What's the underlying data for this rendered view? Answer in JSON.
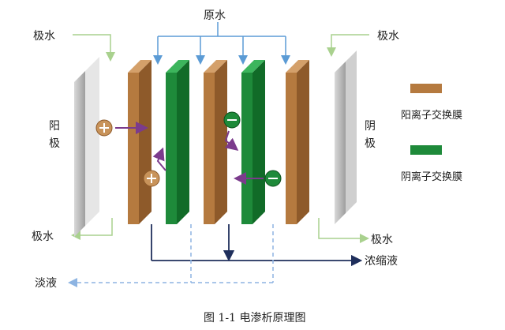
{
  "labels": {
    "raw_water": "原水",
    "electrode_water_top_left": "极水",
    "electrode_water_top_right": "极水",
    "electrode_water_bottom_left": "极水",
    "electrode_water_bottom_right": "极水",
    "anode_1": "阳",
    "anode_2": "极",
    "cathode_1": "阴",
    "cathode_2": "极",
    "concentrate": "浓缩液",
    "dilute": "淡液",
    "caption": "图 1-1 电渗析原理图"
  },
  "legend": {
    "cation_membrane": "阳离子交换膜",
    "anion_membrane": "阴离子交换膜"
  },
  "colors": {
    "cation_membrane": "#b57a3f",
    "anion_membrane": "#1e8a3a",
    "electrode": "#bdbdbd",
    "raw_water_line": "#5b9bd5",
    "concentrate_line": "#1f2f5c",
    "dilute_line": "#8db4e2",
    "electrode_water_arrow": "#a9d18e",
    "ion_path": "#7b3b8c"
  }
}
